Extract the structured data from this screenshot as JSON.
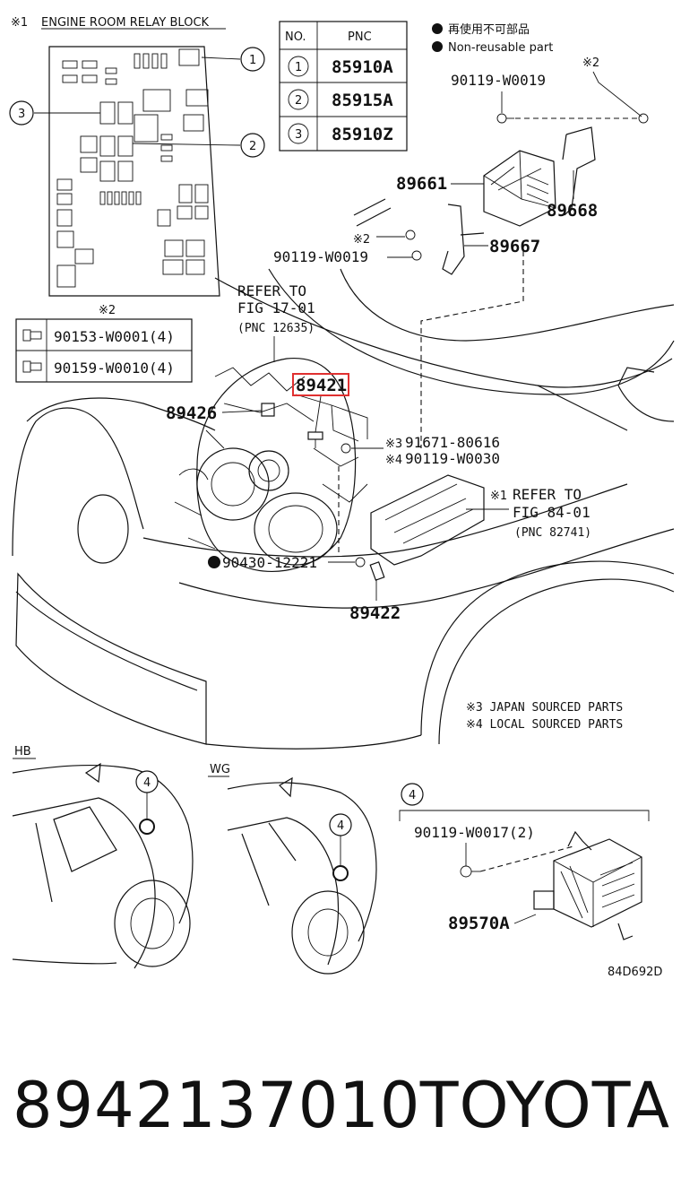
{
  "relay_block": {
    "note_mark": "※1",
    "title": "ENGINE ROOM RELAY BLOCK"
  },
  "pnc_table": {
    "header_no": "NO.",
    "header_pnc": "PNC",
    "rows": [
      {
        "no": "1",
        "pnc": "85910A"
      },
      {
        "no": "2",
        "pnc": "85915A"
      },
      {
        "no": "3",
        "pnc": "85910Z"
      }
    ]
  },
  "legend": {
    "jp": "再使用不可部品",
    "en": "Non-reusable part"
  },
  "note2_mark": "※2",
  "bolt_table": {
    "mark": "※2",
    "rows": [
      "90153-W0001(4)",
      "90159-W0010(4)"
    ]
  },
  "part_labels": {
    "p90119_top": "90119-W0019",
    "p89661": "89661",
    "p89668": "89668",
    "p89667": "89667",
    "p90119_mid": "90119-W0019",
    "note2_mid": "※2",
    "refer_17_line1": "REFER TO",
    "refer_17_line2": "FIG 17-01",
    "refer_17_pnc": "(PNC 12635)",
    "p89421": "89421",
    "p89426": "89426",
    "p91671_mark": "※3",
    "p91671": "91671-80616",
    "p90119_w0030_mark": "※4",
    "p90119_w0030": "90119-W0030",
    "refer_84_mark": "※1",
    "refer_84_line1": "REFER TO",
    "refer_84_line2": "FIG 84-01",
    "refer_84_pnc": "(PNC 82741)",
    "p90430": "90430-12221",
    "p89422": "89422"
  },
  "notes": {
    "japan": "※3 JAPAN SOURCED PARTS",
    "local": "※4 LOCAL SOURCED PARTS"
  },
  "variants": {
    "hb": "HB",
    "wg": "WG",
    "callout": "4"
  },
  "detail4": {
    "callout": "4",
    "p90119_w0017": "90119-W0017(2)",
    "p89570a": "89570A"
  },
  "diagram_code": "84D692D",
  "footer": {
    "part_number": "8942137010",
    "brand": "TOYOTA"
  },
  "colors": {
    "highlight": "#e03030",
    "ink": "#111111"
  }
}
